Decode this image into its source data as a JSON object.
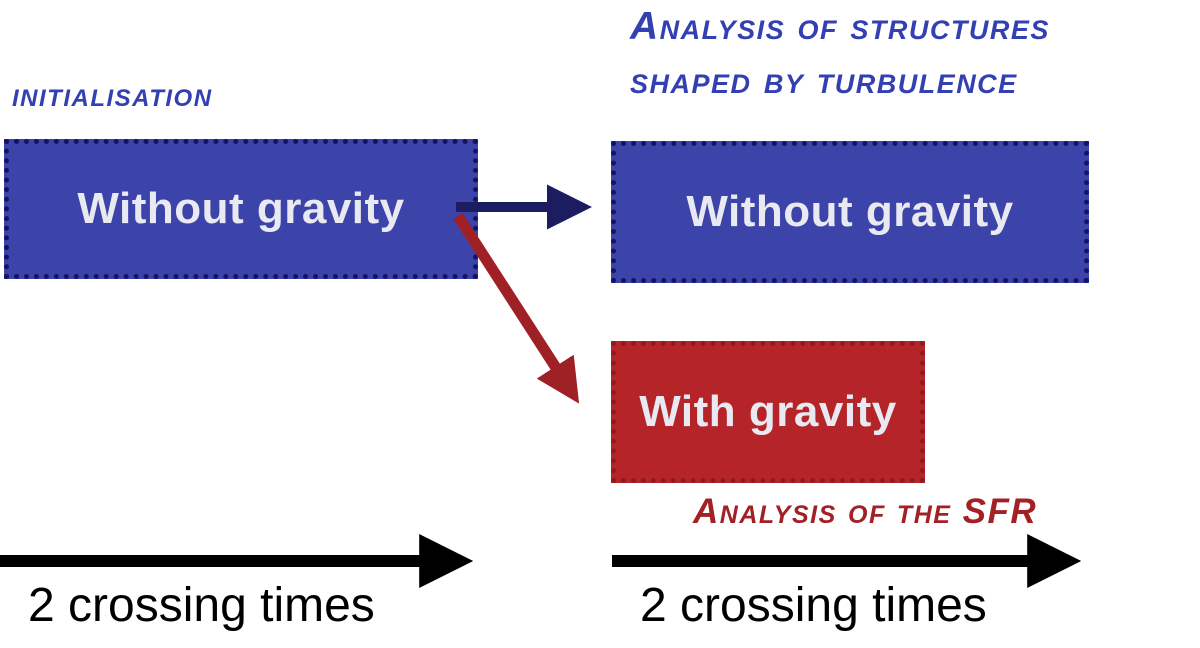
{
  "headings": {
    "initialisation": "initialisation",
    "turbulence_line1": "Analysis of  structures",
    "turbulence_line2": "shaped by turbulence",
    "sfr": "Analysis of the SFR"
  },
  "boxes": {
    "init_without_gravity": "Without gravity",
    "analysis_without_gravity": "Without gravity",
    "analysis_with_gravity": "With gravity"
  },
  "timeline": {
    "left_label": "2 crossing times",
    "right_label": "2 crossing times"
  },
  "colors": {
    "box_blue": "#3c43a9",
    "box_blue_border": "#141463",
    "box_red": "#b52429",
    "heading_blue": "#3340b2",
    "heading_red": "#a32025",
    "arrow_navy": "#1c1c60",
    "arrow_red": "#9f2125",
    "arrow_black": "#000000"
  }
}
